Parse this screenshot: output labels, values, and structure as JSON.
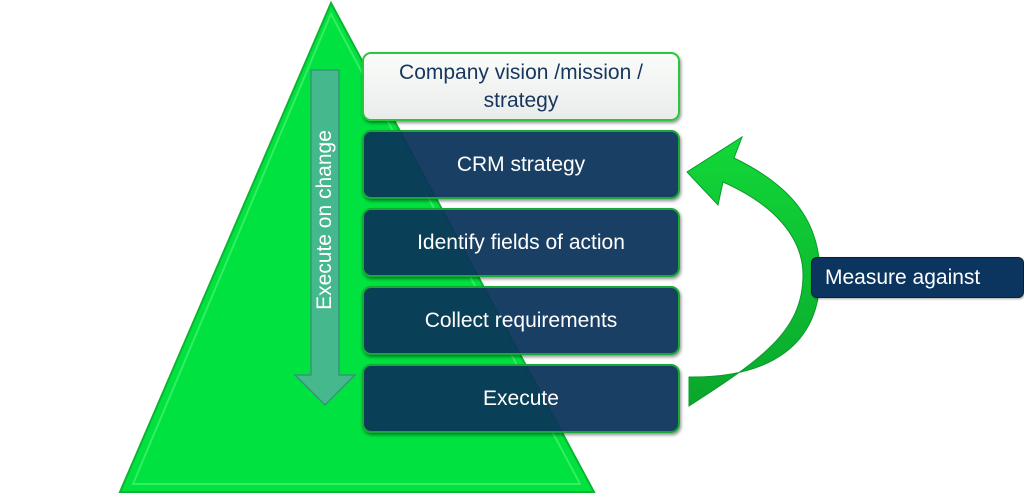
{
  "diagram": {
    "title": "CRM strategy pyramid",
    "levels": [
      {
        "label": "Company vision /mission / strategy",
        "style": "light"
      },
      {
        "label": "CRM strategy",
        "style": "dark"
      },
      {
        "label": "Identify fields of action",
        "style": "dark"
      },
      {
        "label": "Collect requirements",
        "style": "dark"
      },
      {
        "label": "Execute",
        "style": "dark"
      }
    ],
    "down_arrow": {
      "label": "Execute on change",
      "icon": "arrow-down-icon"
    },
    "feedback_arrow": {
      "label": "Measure against",
      "icon": "curved-arrow-icon",
      "from": "Execute",
      "to": "CRM strategy"
    },
    "colors": {
      "pyramid": "#00e040",
      "dark_box": "#0b355e",
      "light_box": "#eef1ef",
      "down_arrow": "#47b98d",
      "feedback_arrow": "#1bc93a"
    }
  }
}
